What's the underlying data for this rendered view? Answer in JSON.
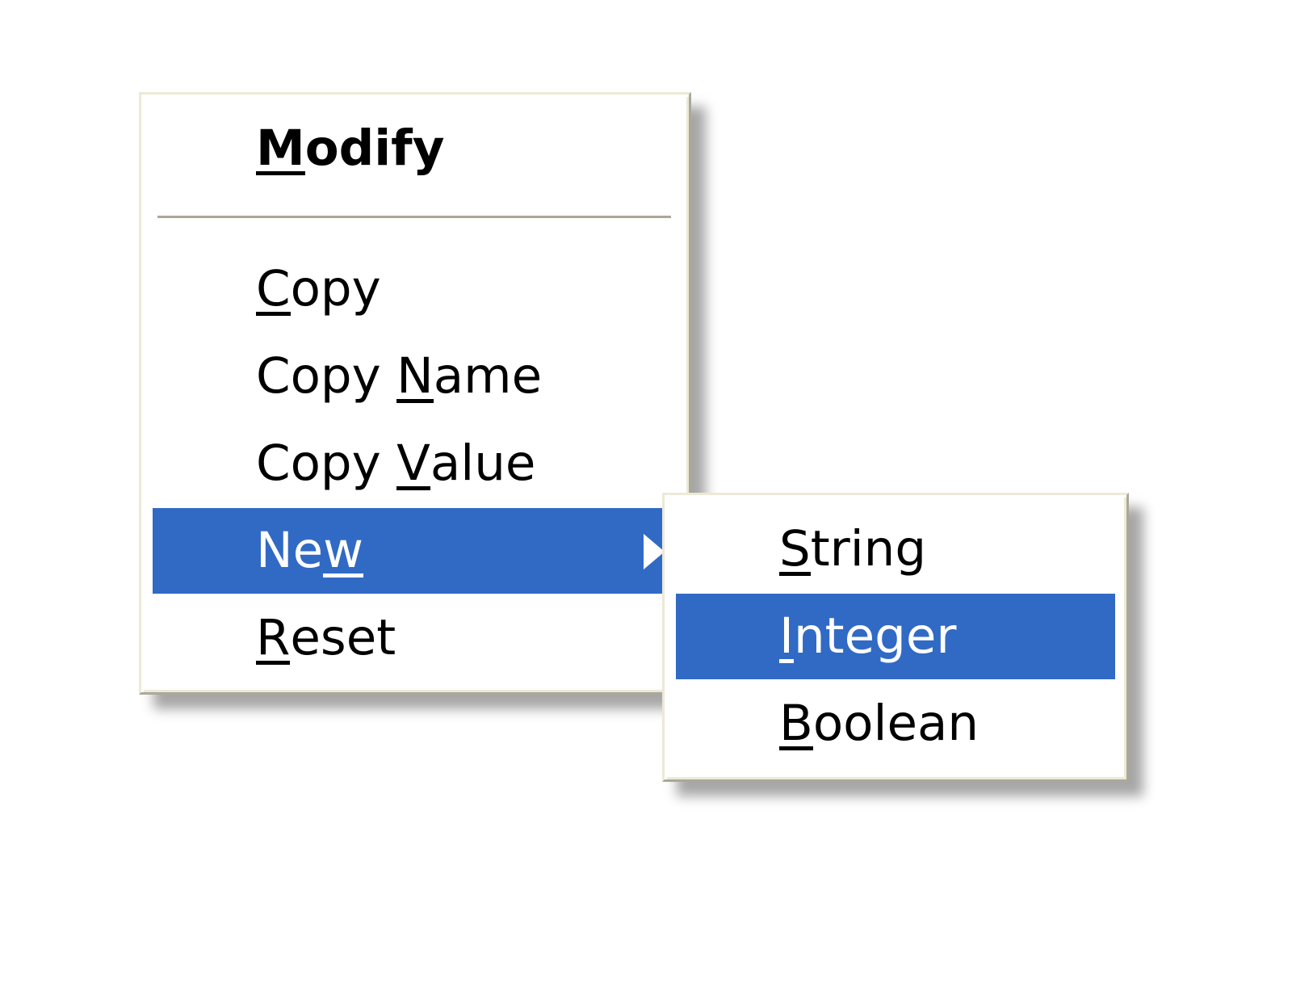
{
  "context_menu": {
    "items": [
      {
        "id": "modify",
        "label": "Modify",
        "mnemonic": "M",
        "rest": "odify",
        "bold": true
      },
      {
        "id": "copy",
        "label": "Copy",
        "mnemonic": "C",
        "rest": "opy"
      },
      {
        "id": "copy-name",
        "label": "Copy Name",
        "prefix": "Copy ",
        "mnemonic": "N",
        "rest": "ame"
      },
      {
        "id": "copy-value",
        "label": "Copy Value",
        "prefix": "Copy ",
        "mnemonic": "V",
        "rest": "alue"
      },
      {
        "id": "new",
        "label": "New",
        "prefix": "Ne",
        "mnemonic": "w",
        "rest": "",
        "highlighted": true,
        "has_submenu": true
      },
      {
        "id": "reset",
        "label": "Reset",
        "mnemonic": "R",
        "rest": "eset"
      }
    ]
  },
  "submenu": {
    "parent": "New",
    "items": [
      {
        "id": "string",
        "label": "String",
        "mnemonic": "S",
        "rest": "tring"
      },
      {
        "id": "integer",
        "label": "Integer",
        "mnemonic": "I",
        "rest": "nteger",
        "highlighted": true
      },
      {
        "id": "boolean",
        "label": "Boolean",
        "mnemonic": "B",
        "rest": "oolean"
      }
    ]
  },
  "colors": {
    "highlight": "#316ac5",
    "highlight_text": "#ffffff",
    "menu_background": "#ffffff",
    "frame_light": "#ece9d8",
    "frame_dark": "#aca899",
    "text": "#000000"
  },
  "icons": {
    "submenu_arrow": "submenu-arrow-icon"
  }
}
